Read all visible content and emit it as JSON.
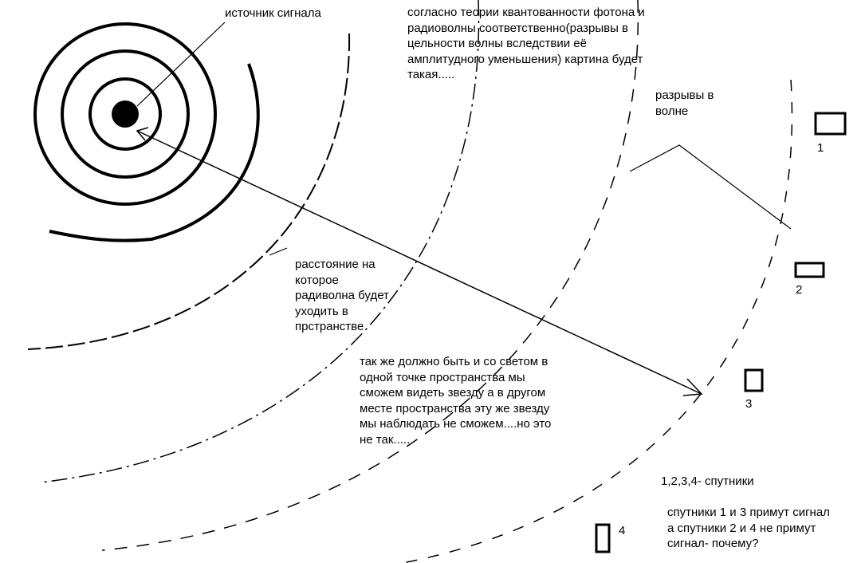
{
  "labels": {
    "source": "источник сигнала",
    "theory": "согласно теории квантованности фотона и\nрадиоволны соответственно(разрывы в\nцельности волны вследствии её\nамплитудного уменьшения) картина будет\nтакая.....",
    "gaps": "разрывы в\nволне",
    "distance": "расстояние на\nкоторое\nрадиволна будет\nуходить в\nпрстранстве",
    "light": "так же должно быть и со светом в\nодной точке пространства мы\nсможем видеть звезду а в другом\nместе пространства эту же звезду\nмы наблюдать не сможем....но это\nне так.....",
    "legend": "1,2,3,4- спутники",
    "question": "спутники 1 и 3 примут сигнал\nа спутники 2 и 4 не примут\nсигнал- почему?"
  },
  "satellites": [
    {
      "label": "1"
    },
    {
      "label": "2"
    },
    {
      "label": "3"
    },
    {
      "label": "4"
    }
  ]
}
